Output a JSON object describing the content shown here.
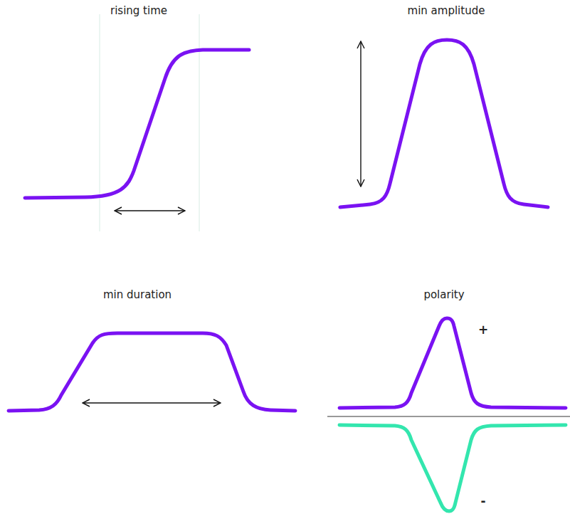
{
  "diagram": {
    "labels": [
      "rising time",
      "min amplitude",
      "min duration",
      "polarity",
      "+",
      "-"
    ]
  }
}
